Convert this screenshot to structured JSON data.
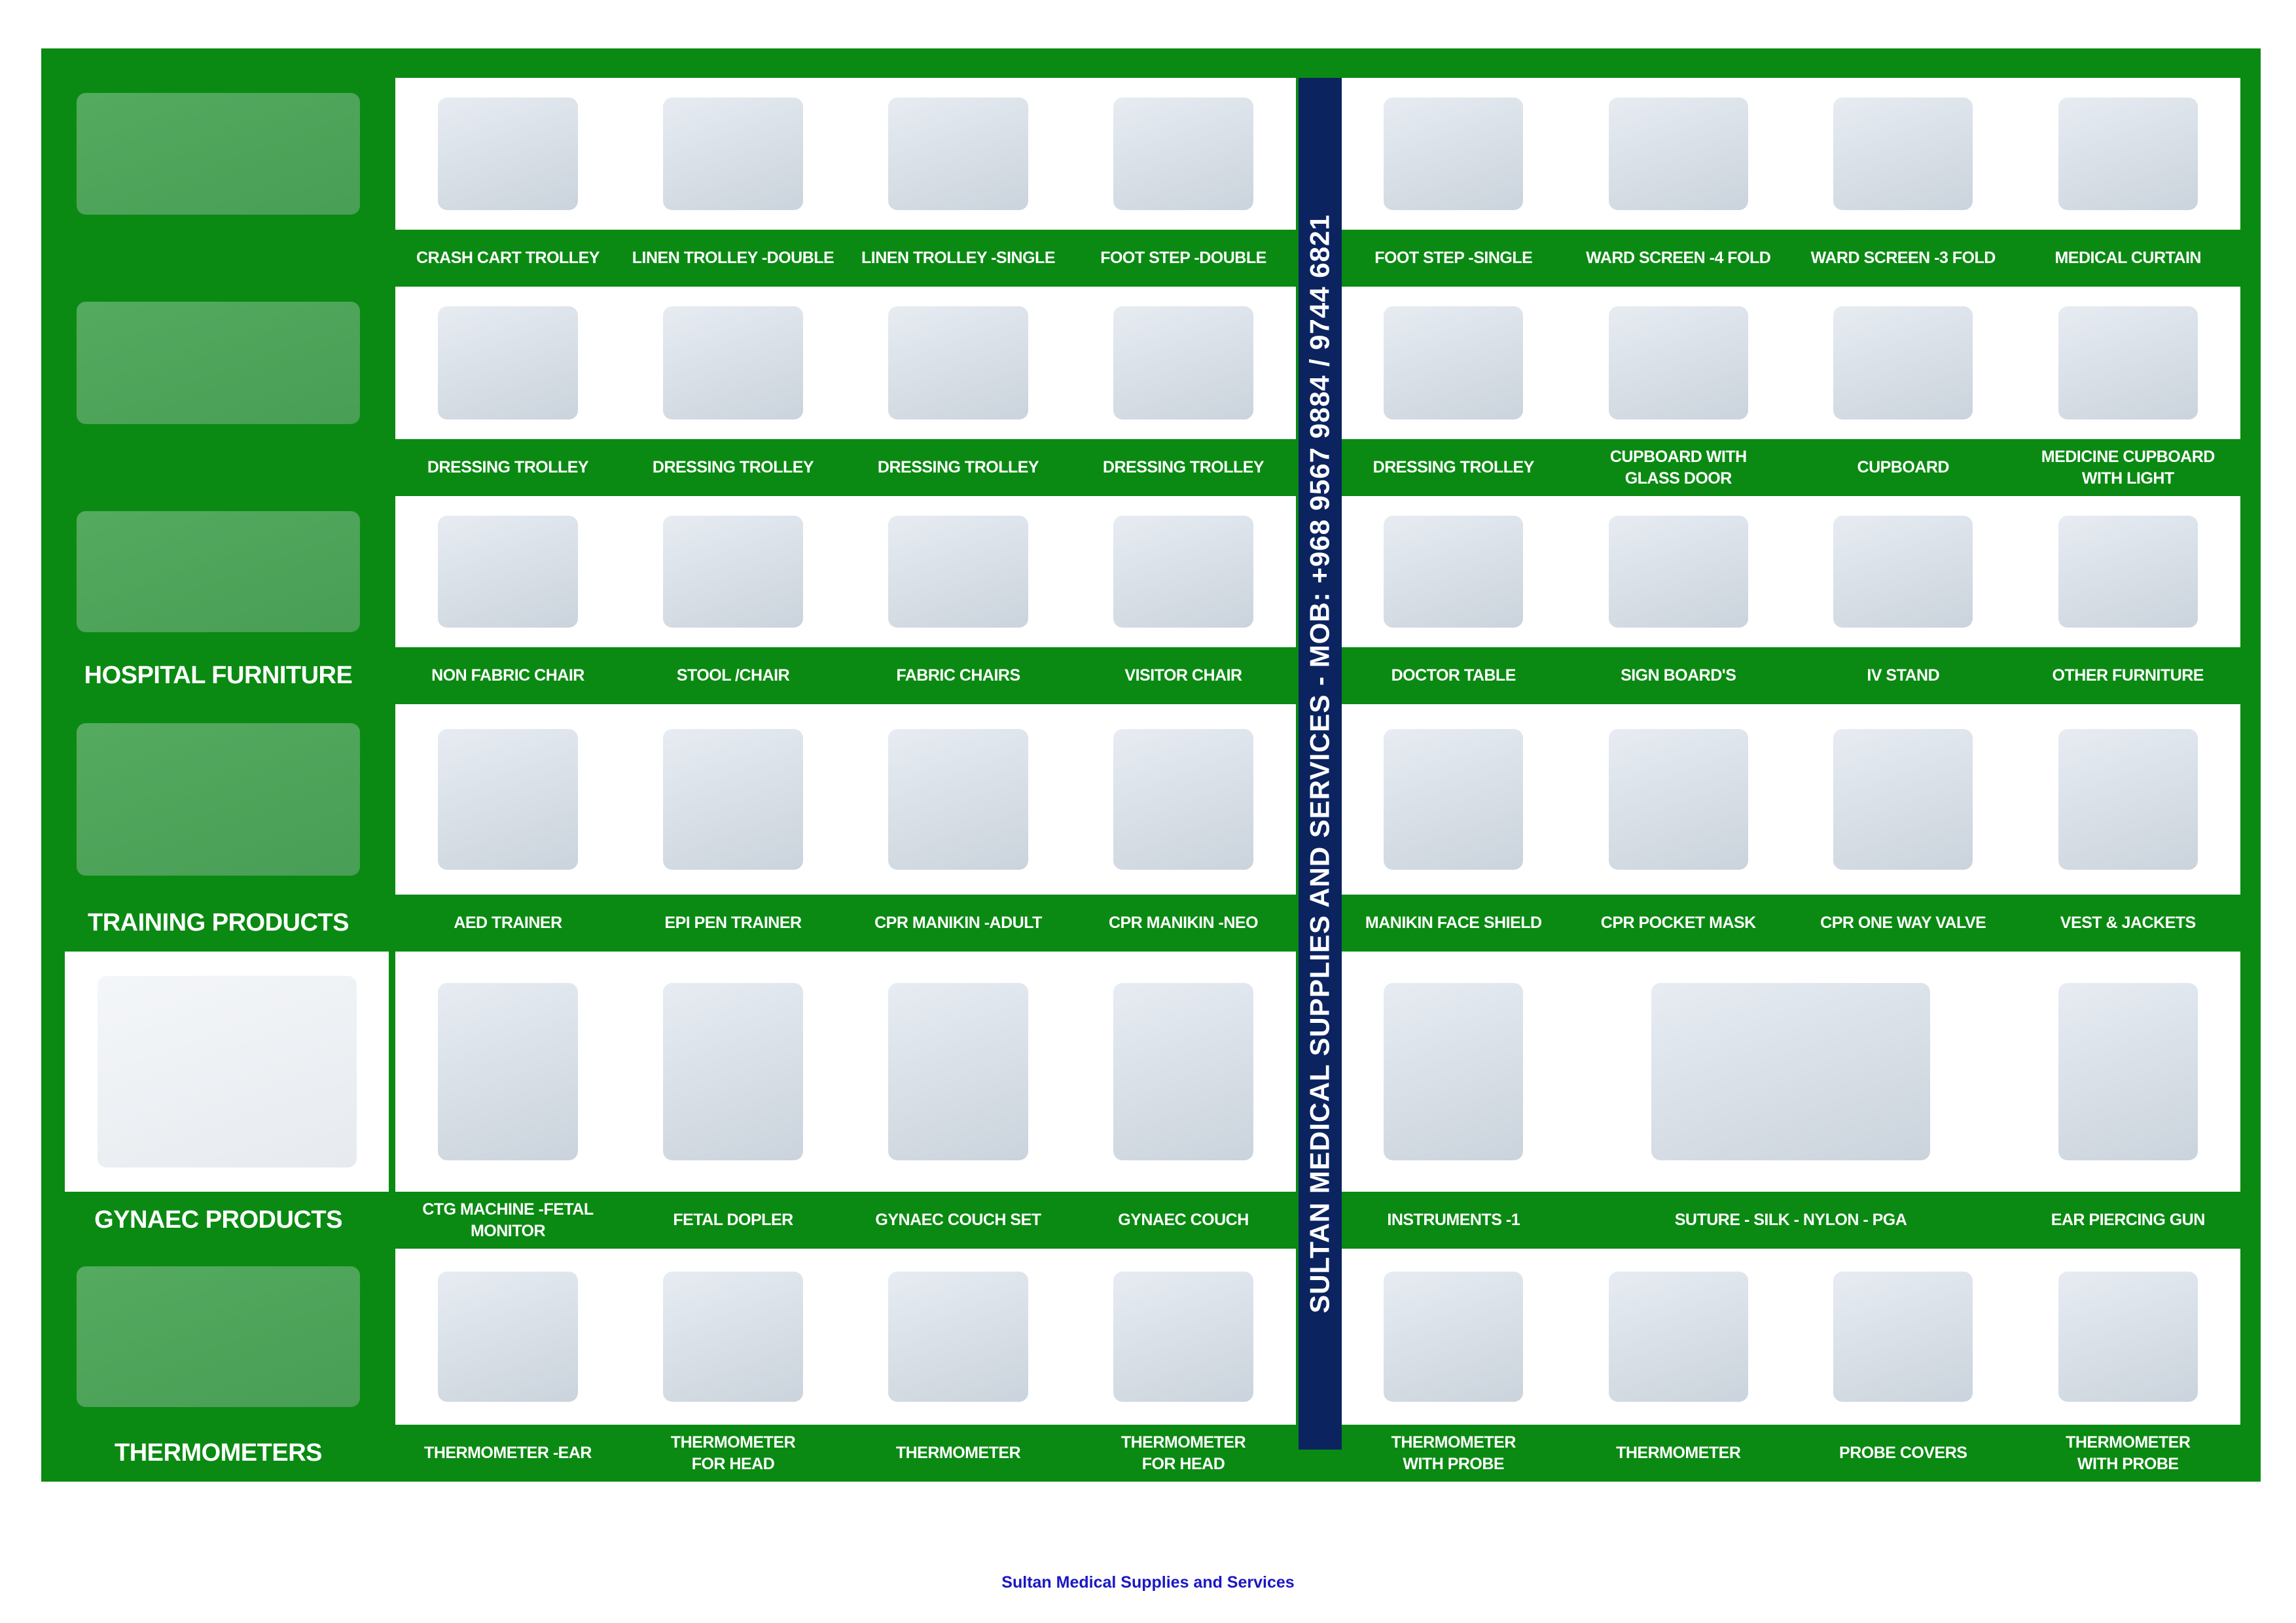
{
  "brand_vertical": "SULTAN MEDICAL SUPPLIES AND SERVICES  -  MOB: +968 9567 9884  /  9744 6821",
  "footer": "Sultan Medical Supplies and Services",
  "colors": {
    "panel": "#0a8a12",
    "divider": "#0b2460",
    "footer": "#1a17c4"
  },
  "rows": [
    {
      "category": "",
      "items": [
        {
          "label": "CRASH CART TROLLEY"
        },
        {
          "label": "LINEN TROLLEY -DOUBLE"
        },
        {
          "label": "LINEN TROLLEY -SINGLE"
        },
        {
          "label": "FOOT STEP -DOUBLE"
        },
        {
          "label": "FOOT STEP -SINGLE"
        },
        {
          "label": "WARD SCREEN -4 FOLD"
        },
        {
          "label": "WARD SCREEN -3 FOLD"
        },
        {
          "label": "MEDICAL CURTAIN"
        }
      ]
    },
    {
      "category": "",
      "items": [
        {
          "label": "DRESSING TROLLEY"
        },
        {
          "label": "DRESSING TROLLEY"
        },
        {
          "label": "DRESSING TROLLEY"
        },
        {
          "label": "DRESSING TROLLEY"
        },
        {
          "label": "DRESSING TROLLEY"
        },
        {
          "label": "CUPBOARD WITH\nGLASS DOOR"
        },
        {
          "label": "CUPBOARD"
        },
        {
          "label": "MEDICINE CUPBOARD\nWITH LIGHT"
        }
      ]
    },
    {
      "category": "HOSPITAL FURNITURE",
      "items": [
        {
          "label": "NON FABRIC CHAIR"
        },
        {
          "label": "STOOL /CHAIR"
        },
        {
          "label": "FABRIC CHAIRS"
        },
        {
          "label": "VISITOR CHAIR"
        },
        {
          "label": "DOCTOR TABLE"
        },
        {
          "label": "SIGN BOARD'S"
        },
        {
          "label": "IV STAND"
        },
        {
          "label": "OTHER FURNITURE"
        }
      ]
    },
    {
      "category": "TRAINING PRODUCTS",
      "items": [
        {
          "label": "AED TRAINER"
        },
        {
          "label": "EPI PEN TRAINER"
        },
        {
          "label": "CPR MANIKIN -ADULT"
        },
        {
          "label": "CPR MANIKIN -NEO"
        },
        {
          "label": "MANIKIN FACE SHIELD"
        },
        {
          "label": "CPR POCKET MASK"
        },
        {
          "label": "CPR ONE WAY VALVE"
        },
        {
          "label": "VEST & JACKETS"
        }
      ]
    },
    {
      "category": "GYNAEC PRODUCTS",
      "items": [
        {
          "label": "CTG MACHINE -FETAL\nMONITOR"
        },
        {
          "label": "FETAL DOPLER"
        },
        {
          "label": "GYNAEC COUCH SET"
        },
        {
          "label": "GYNAEC COUCH"
        },
        {
          "label": "INSTRUMENTS -1"
        },
        {
          "label": "SUTURE - SILK - NYLON - PGA",
          "span": 2
        },
        {
          "label": "EAR PIERCING GUN"
        }
      ]
    },
    {
      "category": "THERMOMETERS",
      "items": [
        {
          "label": "THERMOMETER -EAR"
        },
        {
          "label": "THERMOMETER\nFOR HEAD"
        },
        {
          "label": "THERMOMETER"
        },
        {
          "label": "THERMOMETER\nFOR HEAD"
        },
        {
          "label": "THERMOMETER\nWITH PROBE"
        },
        {
          "label": "THERMOMETER"
        },
        {
          "label": "PROBE COVERS"
        },
        {
          "label": "THERMOMETER\nWITH PROBE"
        }
      ]
    }
  ]
}
